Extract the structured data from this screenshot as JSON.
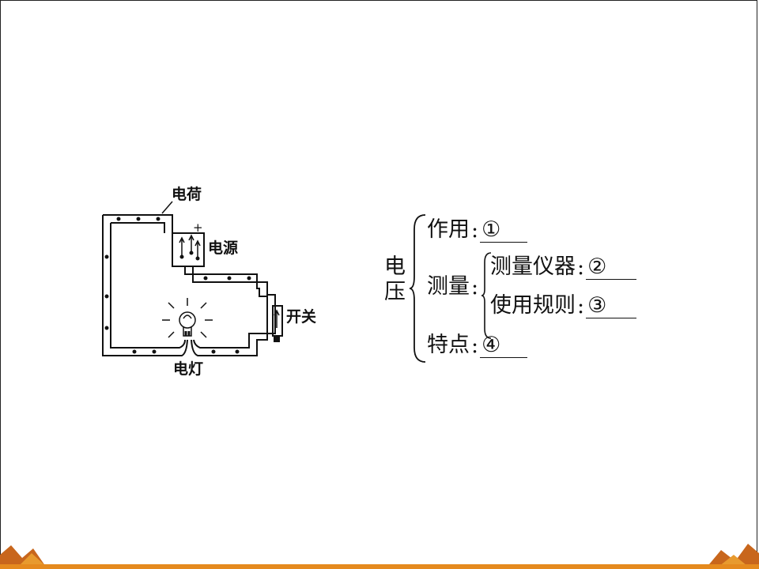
{
  "circuit": {
    "labels": {
      "charge": "电荷",
      "source": "电源",
      "switch": "开关",
      "lamp": "电灯",
      "plus": "+"
    }
  },
  "tree": {
    "root": [
      "电",
      "压"
    ],
    "items": [
      {
        "label": "作用",
        "sep": ":",
        "blank": "①"
      },
      {
        "label": "测量",
        "sep": ":"
      },
      {
        "label": "特点",
        "sep": ":",
        "blank": "④"
      }
    ],
    "measure_children": [
      {
        "label": "测量仪器",
        "sep": ":",
        "blank": "②"
      },
      {
        "label": "使用规则",
        "sep": ":",
        "blank": "③"
      }
    ]
  },
  "colors": {
    "line": "#111111",
    "accent_bar": "#e58a1e"
  }
}
